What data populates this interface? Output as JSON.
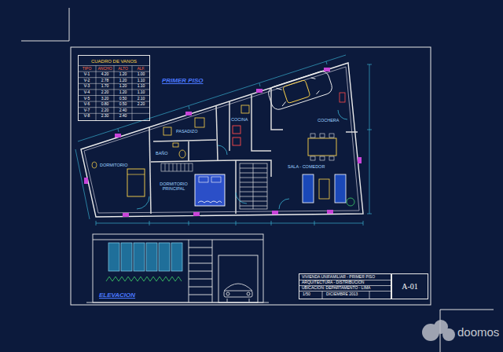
{
  "diagram": {
    "nodes": [
      {
        "text": [
          "CUADRO DE VANOS"
        ]
      },
      {
        "text": [
          "VIVIENDA UNIFAMILIAR - PRIMER PISO",
          "ARQUITECTURA - DISTRIBUCION",
          "UBICACION: DEPARTAMENTO - LIMA"
        ]
      },
      {
        "text": [
          "A-01"
        ]
      }
    ],
    "labels": [
      "TIPO",
      "ANCHO",
      "ALTO",
      "ALF.",
      "V-1",
      "4.20",
      "1.20",
      "1.00",
      "V-2",
      "2.78",
      "1.20",
      "1.10",
      "V-3",
      "1.70",
      "1.20",
      "1.10",
      "V-4",
      "2.20",
      "1.20",
      "1.10",
      "V-5",
      "3.20",
      "0.50",
      "2.10",
      "V-6",
      "0.80",
      "0.50",
      "2.20",
      "V-7",
      "2.20",
      "2.40",
      "V-8",
      "2.30",
      "2.40",
      "PRIMER PISO",
      "DORMITORIO",
      "BAÑO",
      "PASADIZO",
      "COCINA",
      "COCHERA",
      "SALA - COMEDOR",
      "DORMITORIO PRINCIPAL",
      "ELEVACION",
      "1/50",
      "DICIEMBRE 2013",
      "doomos"
    ]
  }
}
